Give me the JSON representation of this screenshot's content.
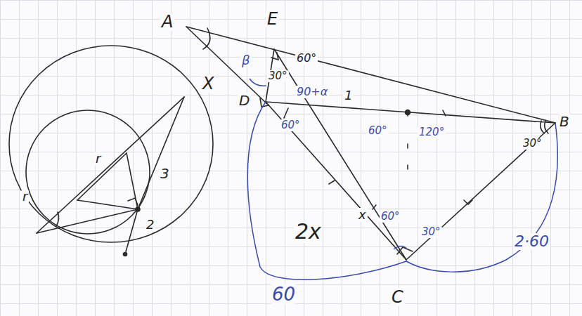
{
  "diagram": {
    "labels": [
      "A",
      "E",
      "X",
      "β",
      "30°",
      "60°",
      "90+α",
      "1",
      "B",
      "D",
      "60°",
      "60°",
      "120°",
      "60°",
      "30°",
      "30°",
      "2x",
      "x",
      "C",
      "60",
      "2·60",
      "r",
      "r",
      "3",
      "2"
    ]
  }
}
